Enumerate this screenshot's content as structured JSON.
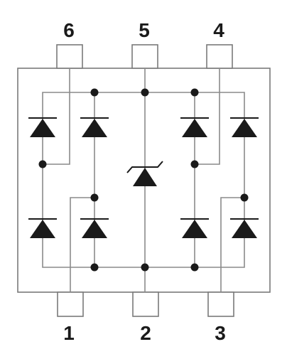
{
  "pins": {
    "top": [
      "6",
      "5",
      "4"
    ],
    "bottom": [
      "1",
      "2",
      "3"
    ]
  },
  "colors": {
    "line": "#8a8a8a",
    "package": "#7a7a7a",
    "symbol": "#1a1a1a",
    "background": "#ffffff"
  },
  "diodes": {
    "tvs_count": 8,
    "zener_count": 1
  }
}
